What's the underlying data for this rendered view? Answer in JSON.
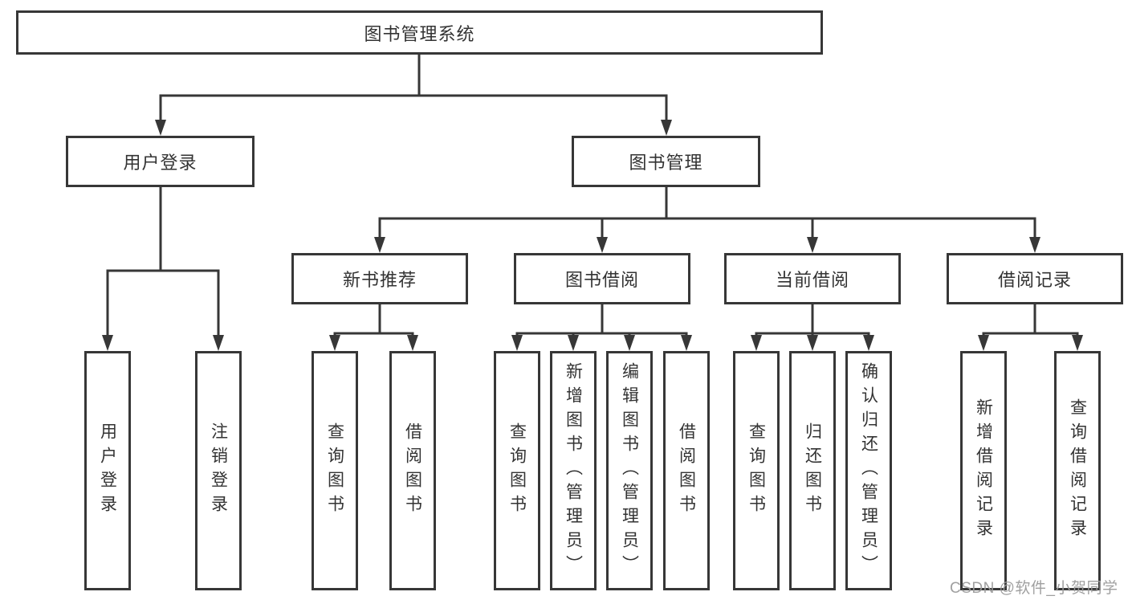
{
  "diagram": {
    "root": {
      "label": "图书管理系统"
    },
    "branches": [
      {
        "label": "用户登录",
        "children": [
          {
            "label": "用户登录"
          },
          {
            "label": "注销登录"
          }
        ]
      },
      {
        "label": "图书管理",
        "children": [
          {
            "label": "新书推荐",
            "children": [
              {
                "label": "查询图书"
              },
              {
                "label": "借阅图书"
              }
            ]
          },
          {
            "label": "图书借阅",
            "children": [
              {
                "label": "查询图书"
              },
              {
                "label": "新增图书（管理员）"
              },
              {
                "label": "编辑图书（管理员）"
              },
              {
                "label": "借阅图书"
              }
            ]
          },
          {
            "label": "当前借阅",
            "children": [
              {
                "label": "查询图书"
              },
              {
                "label": "归还图书"
              },
              {
                "label": "确认归还（管理员）"
              }
            ]
          },
          {
            "label": "借阅记录",
            "children": [
              {
                "label": "新增借阅记录"
              },
              {
                "label": "查询借阅记录"
              }
            ]
          }
        ]
      }
    ]
  },
  "watermark": {
    "text": "CSDN @软件_小贺同学"
  },
  "colors": {
    "line": "#373737",
    "text": "#333333",
    "box_background": "#ffffff",
    "watermark": "#9b9b9b"
  }
}
